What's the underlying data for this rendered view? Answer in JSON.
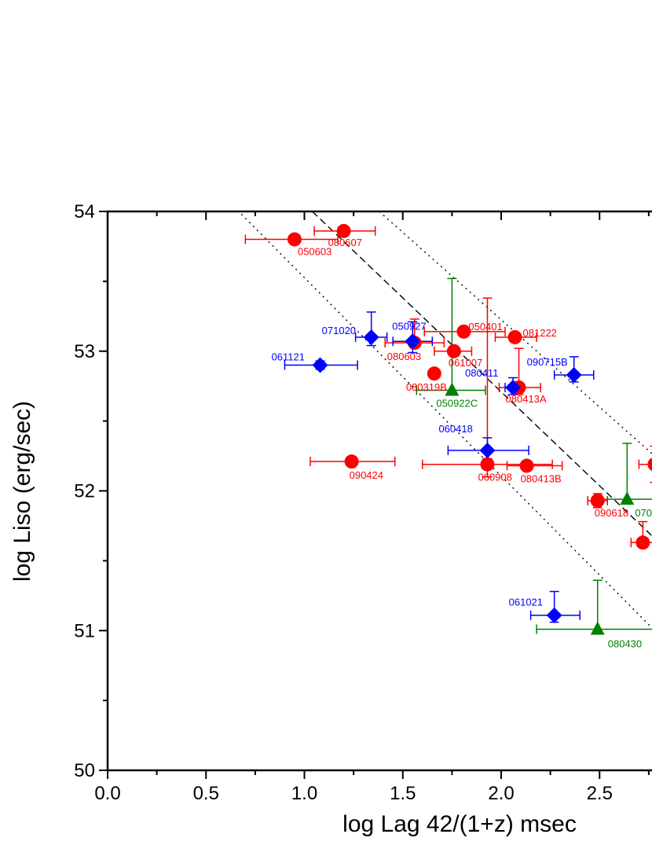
{
  "chart_data": {
    "type": "scatter",
    "title": "",
    "xlabel": "log Lag 42/(1+z)  msec",
    "ylabel": "log Liso (erg/sec)",
    "xlim": [
      0.0,
      2.78
    ],
    "ylim": [
      50,
      54
    ],
    "x_ticks": [
      "0.0",
      "0.5",
      "1.0",
      "1.5",
      "2.0",
      "2.5"
    ],
    "y_ticks": [
      "50",
      "51",
      "52",
      "53",
      "54"
    ],
    "grid": false,
    "colors": {
      "red": "#ff0000",
      "blue": "#0000ff",
      "green": "#008000"
    },
    "lines": [
      {
        "style": "dashed",
        "x": [
          1.04,
          2.78
        ],
        "y": [
          54.0,
          51.66
        ]
      },
      {
        "style": "dotted",
        "x": [
          0.68,
          2.78
        ],
        "y": [
          53.98,
          51.0
        ]
      },
      {
        "style": "dotted",
        "x": [
          1.38,
          2.78
        ],
        "y": [
          54.0,
          52.25
        ]
      }
    ],
    "series": [
      {
        "marker": "circle",
        "color": "red",
        "points": [
          {
            "label": "050603",
            "x": 0.95,
            "y": 53.8,
            "xerr": [
              0.25,
              0.22
            ],
            "yerr": [
              0,
              0
            ]
          },
          {
            "label": "080607",
            "x": 1.2,
            "y": 53.86,
            "xerr": [
              0.15,
              0.16
            ],
            "yerr": [
              0,
              0
            ]
          },
          {
            "label": "080603",
            "x": 1.56,
            "y": 53.06,
            "xerr": [
              0.15,
              0.15
            ],
            "yerr": [
              0.03,
              0.17
            ]
          },
          {
            "label": "050401",
            "x": 1.81,
            "y": 53.14,
            "xerr": [
              0.2,
              0.21
            ],
            "yerr": [
              0,
              0
            ]
          },
          {
            "label": "081222",
            "x": 2.07,
            "y": 53.1,
            "xerr": [
              0.1,
              0.11
            ],
            "yerr": [
              0,
              0
            ]
          },
          {
            "label": "061007",
            "x": 1.76,
            "y": 53.0,
            "xerr": [
              0.1,
              0.09
            ],
            "yerr": [
              0,
              0
            ]
          },
          {
            "label": "080319B",
            "x": 1.66,
            "y": 52.84,
            "xerr": [
              0,
              0
            ],
            "yerr": [
              0,
              0
            ]
          },
          {
            "label": "080413A",
            "x": 2.09,
            "y": 52.74,
            "xerr": [
              0.1,
              0.11
            ],
            "yerr": [
              0.05,
              0.28
            ]
          },
          {
            "label": "090424",
            "x": 1.24,
            "y": 52.21,
            "xerr": [
              0.21,
              0.22
            ],
            "yerr": [
              0,
              0
            ]
          },
          {
            "label": "060908",
            "x": 1.93,
            "y": 52.19,
            "xerr": [
              0.33,
              0.33
            ],
            "yerr": [
              0.09,
              1.19
            ]
          },
          {
            "label": "080413B",
            "x": 2.13,
            "y": 52.18,
            "xerr": [
              0.1,
              0.18
            ],
            "yerr": [
              0,
              0
            ]
          },
          {
            "label": "090618",
            "x": 2.49,
            "y": 51.93,
            "xerr": [
              0.05,
              0.05
            ],
            "yerr": [
              0.05,
              0.05
            ]
          },
          {
            "label": "",
            "x": 2.78,
            "y": 52.19,
            "xerr": [
              0.08,
              0
            ],
            "yerr": [
              0.13,
              0.13
            ]
          },
          {
            "label": "",
            "x": 2.72,
            "y": 51.63,
            "xerr": [
              0.06,
              0.06
            ],
            "yerr": [
              0,
              0.15
            ]
          }
        ]
      },
      {
        "marker": "diamond",
        "color": "blue",
        "points": [
          {
            "label": "071020",
            "x": 1.34,
            "y": 53.1,
            "xerr": [
              0.08,
              0.08
            ],
            "yerr": [
              0.06,
              0.18
            ]
          },
          {
            "label": "050927",
            "x": 1.55,
            "y": 53.07,
            "xerr": [
              0.1,
              0.1
            ],
            "yerr": [
              0.08,
              0.14
            ]
          },
          {
            "label": "061121",
            "x": 1.08,
            "y": 52.9,
            "xerr": [
              0.18,
              0.19
            ],
            "yerr": [
              0.03,
              0.03
            ]
          },
          {
            "label": "080411",
            "x": 2.06,
            "y": 52.74,
            "xerr": [
              0.04,
              0.04
            ],
            "yerr": [
              0.05,
              0.07
            ]
          },
          {
            "label": "090715B",
            "x": 2.37,
            "y": 52.83,
            "xerr": [
              0.1,
              0.1
            ],
            "yerr": [
              0.05,
              0.13
            ]
          },
          {
            "label": "060418",
            "x": 1.93,
            "y": 52.29,
            "xerr": [
              0.2,
              0.21
            ],
            "yerr": [
              0.06,
              0.09
            ]
          },
          {
            "label": "061021",
            "x": 2.27,
            "y": 51.11,
            "xerr": [
              0.12,
              0.13
            ],
            "yerr": [
              0.05,
              0.17
            ]
          }
        ]
      },
      {
        "marker": "triangle",
        "color": "green",
        "points": [
          {
            "label": "050922C",
            "x": 1.75,
            "y": 52.72,
            "xerr": [
              0.18,
              0.17
            ],
            "yerr": [
              0,
              0.8
            ]
          },
          {
            "label": "070",
            "x": 2.64,
            "y": 51.94,
            "xerr": [
              0.13,
              0.14
            ],
            "yerr": [
              0,
              0.4
            ]
          },
          {
            "label": "080430",
            "x": 2.49,
            "y": 51.01,
            "xerr": [
              0.31,
              0.29
            ],
            "yerr": [
              0,
              0.35
            ]
          }
        ]
      }
    ]
  }
}
